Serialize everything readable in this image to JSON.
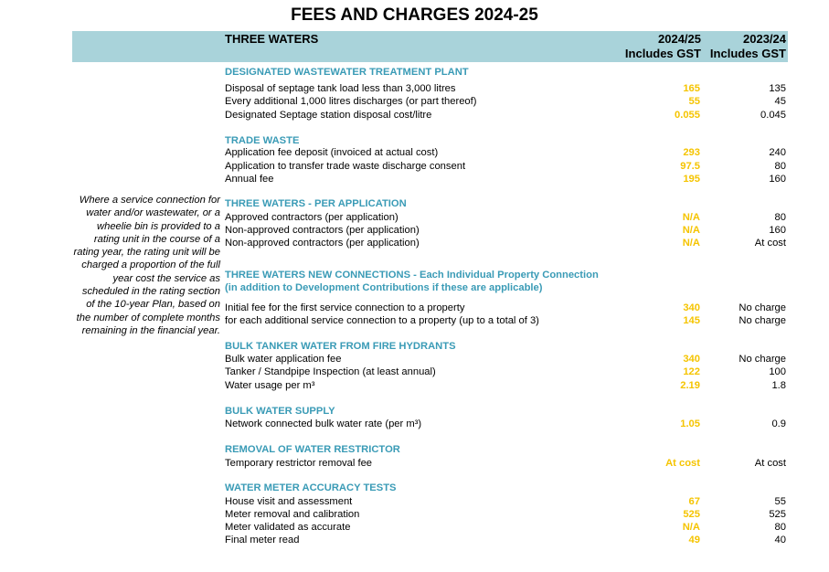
{
  "page": {
    "title": "FEES AND CHARGES 2024-25",
    "header": {
      "section": "THREE WATERS",
      "col1_line1": "2024/25",
      "col1_line2": "Includes GST",
      "col2_line1": "2023/24",
      "col2_line2": "Includes GST"
    },
    "side_note": "Where a service connection for water and/or wastewater, or a wheelie bin is provided to a rating unit in the course of a rating year, the rating unit will be charged a proportion of the full year cost the service as scheduled in the rating section of the 10-year Plan, based on the number of complete months remaining in the financial year."
  },
  "colors": {
    "header_band": "#a9d3da",
    "section_heading": "#3a9bb6",
    "current_year_value": "#f5c400"
  },
  "sections": [
    {
      "heading": "DESIGNATED WASTEWATER TREATMENT PLANT",
      "rows": [
        {
          "desc": "Disposal of septage tank load less than 3,000 litres",
          "v2024": "165",
          "v2023": "135"
        },
        {
          "desc": "Every additional 1,000 litres discharges (or part thereof)",
          "v2024": "55",
          "v2023": "45"
        },
        {
          "desc": "Designated Septage station disposal cost/litre",
          "v2024": "0.055",
          "v2023": "0.045"
        }
      ]
    },
    {
      "heading": "TRADE WASTE",
      "rows": [
        {
          "desc": "Application fee deposit (invoiced at actual cost)",
          "v2024": "293",
          "v2023": "240"
        },
        {
          "desc": "Application to transfer trade waste discharge consent",
          "v2024": "97.5",
          "v2023": "80"
        },
        {
          "desc": "Annual fee",
          "v2024": "195",
          "v2023": "160"
        }
      ]
    },
    {
      "heading": "THREE WATERS - PER APPLICATION",
      "rows": [
        {
          "desc": "Approved contractors (per application)",
          "v2024": "N/A",
          "v2023": "80"
        },
        {
          "desc": "Non-approved contractors (per application)",
          "v2024": "N/A",
          "v2023": "160"
        },
        {
          "desc": "Non-approved contractors (per application)",
          "v2024": "N/A",
          "v2023": "At cost"
        }
      ]
    },
    {
      "heading": "THREE WATERS NEW CONNECTIONS - Each Individual Property Connection",
      "heading2": "(in addition to Development Contributions if these are applicable)",
      "rows": [
        {
          "desc": "Initial fee for the first service connection to a property",
          "v2024": "340",
          "v2023": "No charge"
        },
        {
          "desc": "for each additional service connection to a property (up to a total of 3)",
          "v2024": "145",
          "v2023": "No charge"
        }
      ]
    },
    {
      "heading": "BULK TANKER WATER FROM FIRE HYDRANTS",
      "rows": [
        {
          "desc": "Bulk water application fee",
          "v2024": "340",
          "v2023": "No charge"
        },
        {
          "desc": "Tanker / Standpipe Inspection (at least annual)",
          "v2024": "122",
          "v2023": "100"
        },
        {
          "desc": "Water usage per m³",
          "v2024": "2.19",
          "v2023": "1.8"
        }
      ]
    },
    {
      "heading": "BULK WATER SUPPLY",
      "rows": [
        {
          "desc": "Network connected bulk water rate (per m³)",
          "v2024": "1.05",
          "v2023": "0.9"
        }
      ]
    },
    {
      "heading": "REMOVAL OF WATER RESTRICTOR",
      "rows": [
        {
          "desc": "Temporary restrictor removal fee",
          "v2024": "At cost",
          "v2023": "At cost"
        }
      ]
    },
    {
      "heading": "WATER METER ACCURACY TESTS",
      "rows": [
        {
          "desc": "House visit and assessment",
          "v2024": "67",
          "v2023": "55"
        },
        {
          "desc": "Meter removal and calibration",
          "v2024": "525",
          "v2023": "525"
        },
        {
          "desc": "Meter validated as accurate",
          "v2024": "N/A",
          "v2023": "80"
        },
        {
          "desc": "Final meter read",
          "v2024": "49",
          "v2023": "40"
        }
      ]
    }
  ]
}
